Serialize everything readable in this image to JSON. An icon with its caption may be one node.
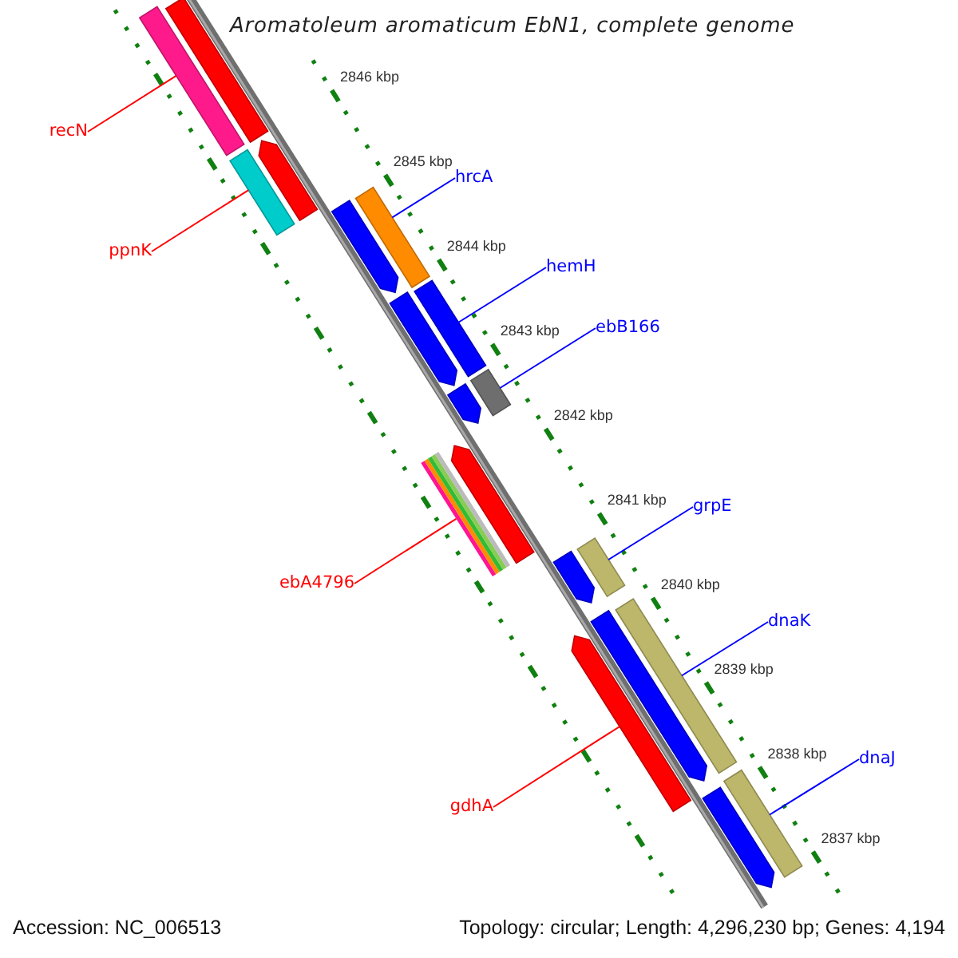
{
  "diagram": {
    "title": "Aromatoleum aromaticum EbN1, complete genome",
    "nodes": [
      {
        "text": [
          "recN"
        ]
      },
      {
        "text": [
          "hrcA"
        ]
      },
      {
        "text": [
          "ppnK"
        ]
      },
      {
        "text": [
          "hemH"
        ]
      },
      {
        "text": [
          "ebB166"
        ]
      },
      {
        "text": [
          "grpE"
        ]
      },
      {
        "text": [
          "ebA4796"
        ]
      },
      {
        "text": [
          "dnaK"
        ]
      },
      {
        "text": [
          "dnaJ"
        ]
      },
      {
        "text": [
          "gdhA"
        ]
      },
      {
        "text": [],
        "shape": "bar"
      },
      {
        "text": [],
        "shape": "bar"
      },
      {
        "text": [],
        "shape": "bar"
      },
      {
        "text": [],
        "shape": "bar"
      },
      {
        "text": [],
        "shape": "bar"
      },
      {
        "text": [],
        "shape": "bar"
      },
      {
        "text": [],
        "shape": "bar"
      },
      {
        "text": [],
        "shape": "bar"
      },
      {
        "text": [],
        "shape": "bar"
      },
      {
        "text": [],
        "shape": "bar"
      },
      {
        "text": [],
        "shape": "bar"
      },
      {
        "text": [],
        "shape": "bar"
      },
      {
        "text": [],
        "shape": "bar"
      },
      {
        "text": [],
        "shape": "bar"
      },
      {
        "text": [],
        "shape": "bar"
      },
      {
        "text": [],
        "shape": "bar"
      },
      {
        "text": [],
        "shape": "bar"
      },
      {
        "text": [],
        "shape": "bar"
      },
      {
        "text": [],
        "shape": "bar"
      }
    ],
    "edges": [
      {
        "from": 0,
        "to": 10,
        "arrow": "none",
        "color": "#ff0000"
      },
      {
        "from": 1,
        "to": 15,
        "arrow": "none"
      },
      {
        "from": 2,
        "to": 13,
        "arrow": "none",
        "color": "#ff0000"
      },
      {
        "from": 3,
        "to": 17,
        "arrow": "none"
      },
      {
        "from": 4,
        "to": 19,
        "arrow": "none"
      },
      {
        "from": 5,
        "to": 23,
        "arrow": "none"
      },
      {
        "from": 6,
        "to": 21,
        "arrow": "none",
        "color": "#ff0000"
      },
      {
        "from": 7,
        "to": 26,
        "arrow": "none"
      },
      {
        "from": 8,
        "to": 28,
        "arrow": "none"
      },
      {
        "from": 9,
        "to": 24,
        "arrow": "none",
        "color": "#ff0000"
      }
    ],
    "labels": [
      "2846 kbp",
      "2845 kbp",
      "2844 kbp",
      "2843 kbp",
      "2842 kbp",
      "2841 kbp",
      "2840 kbp",
      "2839 kbp",
      "2838 kbp",
      "2837 kbp",
      "Accession: NC_006513",
      "Topology: circular; Length: 4,296,230 bp; Genes: 4,194"
    ]
  }
}
